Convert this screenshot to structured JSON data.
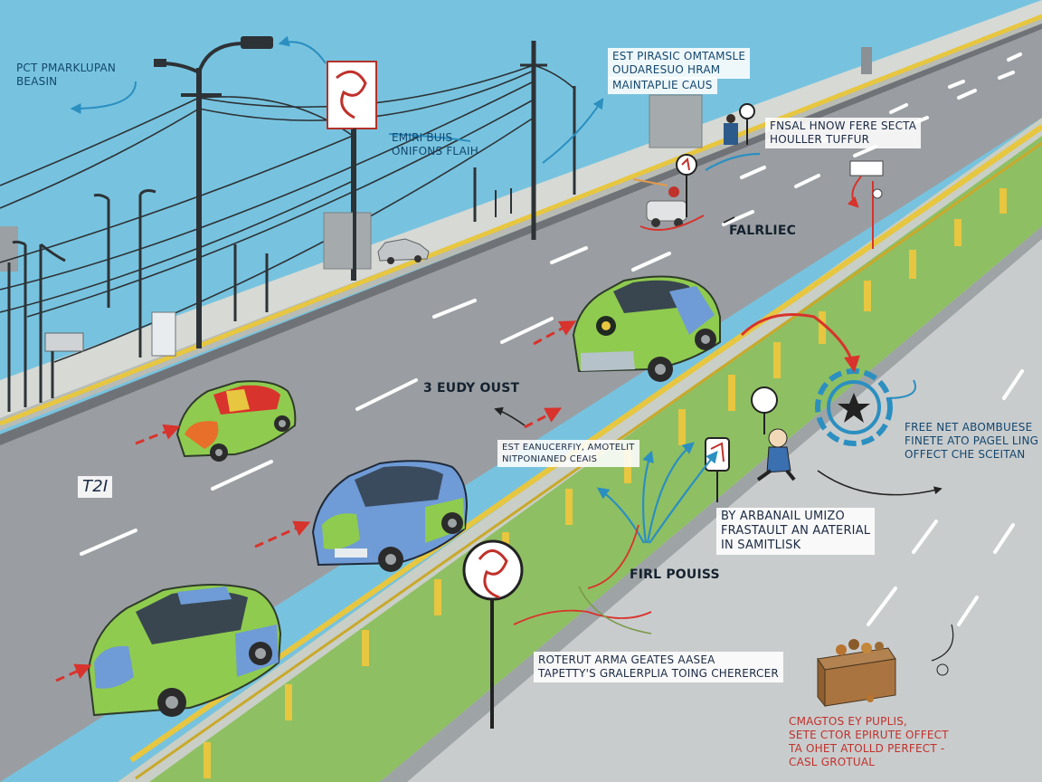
{
  "labels": {
    "top_left": "PCT PMARKLUPAN\nBEASIN",
    "top_center_1": "EST PIRASIC OMTAMSLE\nOUDARESUO HRAM",
    "top_center_2": "MAINTAPLIE CAUS",
    "pole_note": "EMIRI BUIS\nONIFONS FLAIH",
    "upper_right": "FNSAL HNOW FERE SECTA\nHOULLER TUFFUR",
    "falrliec": "FALRLIEC",
    "eudy_oust": "3 EUDY OUST",
    "left_code": "T2I",
    "mid_note": "EST EANUCERFIY, AMOTELIT\nNITPONIANED CEAIS",
    "right_blue": "FREE NET ABOMBUESE\nFINETE ATO PAGEL LING\nOFFECT CHE SCEITAN",
    "arbanail": "BY ARBANAIL UMIZO\nFRASTAULT AN AATERIAL\nIN SAMITLISK",
    "firl_pouiss": "FIRL POUISS",
    "roterut": "ROTERUT ARMA GEATES AASEA\nTAPETTY'S GRALERPLIA TOING CHERERCER",
    "bottom_red": "CMAGTOS EY PUPLIS,\nSETE CTOR EPIRUTE OFFECT\nTA OHET ATOLLD PERFECT -\nCASL GROTUAL"
  },
  "colors": {
    "sky": "#77c3df",
    "road": "#9a9ea2",
    "verge": "#8fbf63",
    "rail": "#e7c640",
    "arrow_red": "#d8332c",
    "arrow_blue": "#2b8fc0",
    "car_green": "#8fcb4f",
    "car_blue": "#6f9bd6"
  }
}
